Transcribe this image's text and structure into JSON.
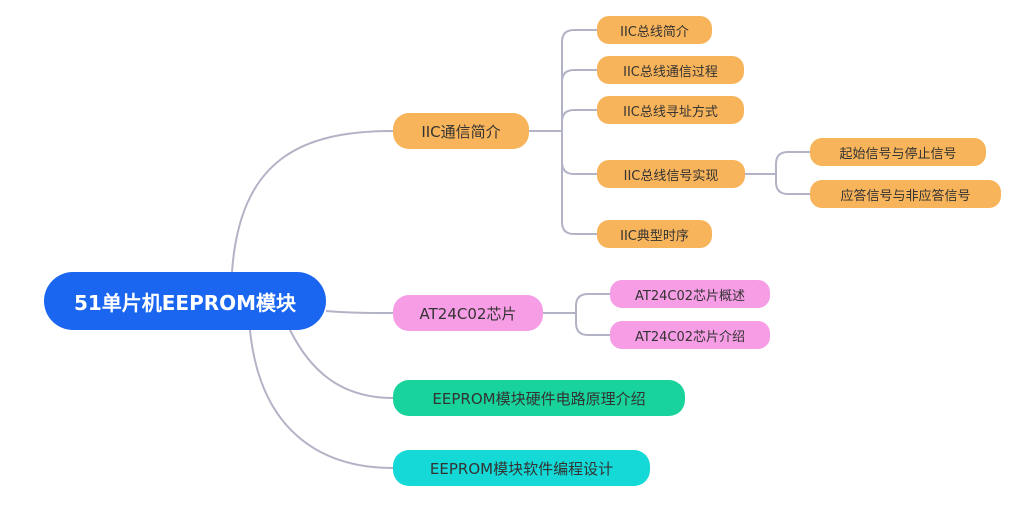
{
  "root": {
    "label": "51单片机EEPROM模块",
    "color": "#1a66f0"
  },
  "branches": [
    {
      "label": "IIC通信简介",
      "color": "#f8b45a",
      "children": [
        {
          "label": "IIC总线简介"
        },
        {
          "label": "IIC总线通信过程"
        },
        {
          "label": "IIC总线寻址方式"
        },
        {
          "label": "IIC总线信号实现",
          "children": [
            {
              "label": "起始信号与停止信号"
            },
            {
              "label": "应答信号与非应答信号"
            }
          ]
        },
        {
          "label": "IIC典型时序"
        }
      ]
    },
    {
      "label": "AT24C02芯片",
      "color": "#f79de6",
      "children": [
        {
          "label": "AT24C02芯片概述"
        },
        {
          "label": "AT24C02芯片介绍"
        }
      ]
    },
    {
      "label": "EEPROM模块硬件电路原理介绍",
      "color": "#18d39c"
    },
    {
      "label": "EEPROM模块软件编程设计",
      "color": "#14d9d6"
    }
  ]
}
